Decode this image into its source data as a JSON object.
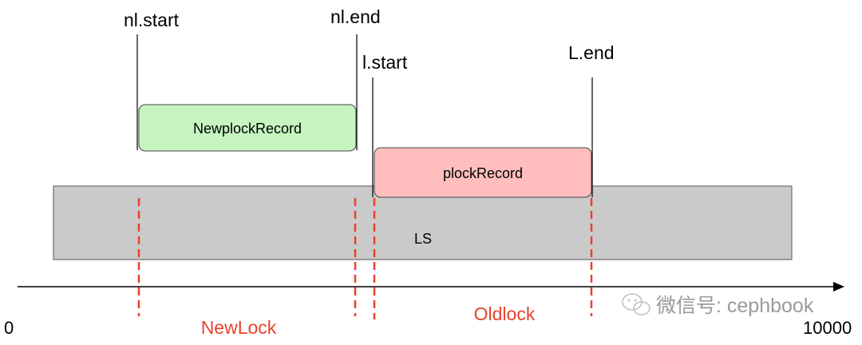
{
  "labels": {
    "nl_start": "nl.start",
    "nl_end": "nl.end",
    "l_start": "l.start",
    "l_end": "L.end",
    "new_record": "NewplockRecord",
    "old_record": "plockRecord",
    "ls": "LS",
    "axis_min": "0",
    "axis_max": "10000",
    "new_lock": "NewLock",
    "old_lock": "Oldlock"
  },
  "watermark": {
    "icon": "wechat-icon",
    "text": "微信号: cephbook"
  },
  "colors": {
    "new_record_fill": "#c6f5c0",
    "old_record_fill": "#ffbdbd",
    "ls_fill": "#cacaca",
    "dashed_marker": "#e8412c",
    "lock_label": "#e8412c",
    "line": "#000000"
  }
}
